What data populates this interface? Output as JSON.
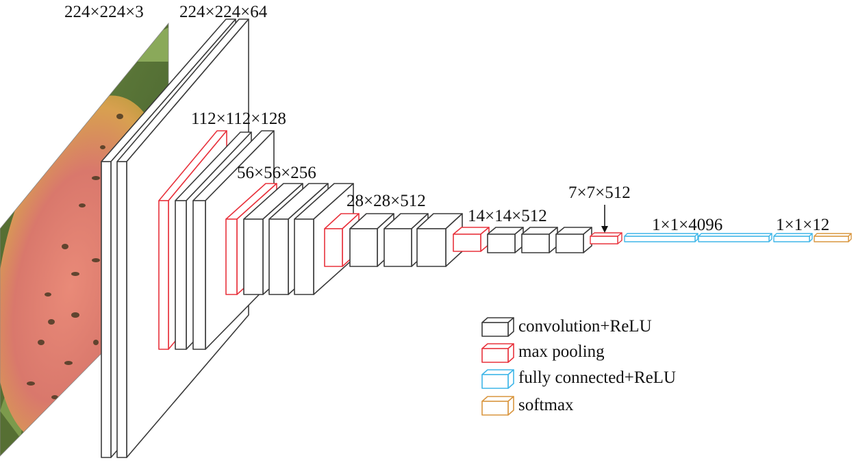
{
  "labels": {
    "input": "224×224×3",
    "block1": "224×224×64",
    "block2": "112×112×128",
    "block3": "56×56×256",
    "block4": "28×28×512",
    "block5": "14×14×512",
    "pool5": "7×7×512",
    "fc": "1×1×4096",
    "output": "1×1×12"
  },
  "legend": {
    "conv": "convolution+ReLU",
    "pool": "max pooling",
    "fc": "fully connected+ReLU",
    "softmax": "softmax"
  },
  "colors": {
    "conv": "#3a3a3a",
    "pool": "#e8323c",
    "fc": "#3fb6e8",
    "softmax": "#d9963f"
  },
  "icons": {
    "input_image": "mango-leaf-photo-icon"
  }
}
